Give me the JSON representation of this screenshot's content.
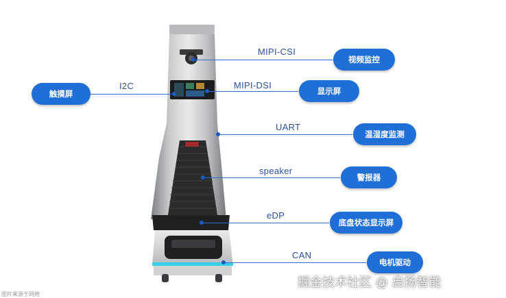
{
  "labels": {
    "mipi_csi": {
      "interface": "MIPI-CSI",
      "module": "视频监控"
    },
    "i2c": {
      "interface": "I2C",
      "module": "触摸屏"
    },
    "mipi_dsi": {
      "interface": "MIPI-DSI",
      "module": "显示屏"
    },
    "uart": {
      "interface": "UART",
      "module": "温湿度监测"
    },
    "speaker": {
      "interface": "speaker",
      "module": "警报器"
    },
    "edp": {
      "interface": "eDP",
      "module": "底盘状态显示屏"
    },
    "can": {
      "interface": "CAN",
      "module": "电机驱动"
    }
  },
  "watermark": "掘金技术社区 @ 启扬智能",
  "small_watermark": "图片来源于网络",
  "colors": {
    "pill": "#1f6fd6",
    "line": "#2d6ed0",
    "accent_strip": "#35d0e6"
  }
}
